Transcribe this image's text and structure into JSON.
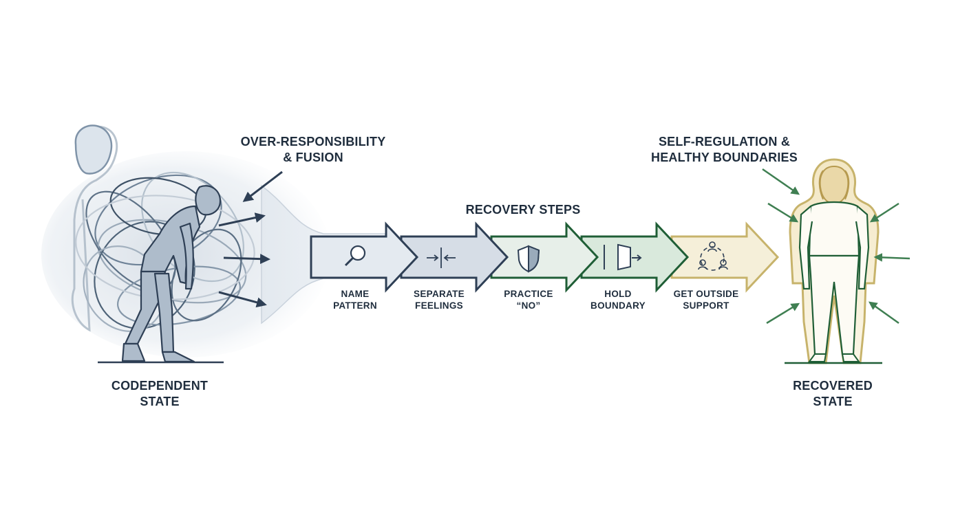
{
  "colors": {
    "navy": "#2e3f55",
    "slate": "#6e8297",
    "grey_blue": "#b9c6d3",
    "green_dark": "#1f5e36",
    "green_mid": "#3f7f52",
    "olive": "#c7b36b"
  },
  "left_state": {
    "title_line1": "CODEPENDENT",
    "title_line2": "STATE"
  },
  "pressure_label": {
    "line1": "OVER-RESPONSIBILITY",
    "line2": "& FUSION"
  },
  "recovery": {
    "heading": "RECOVERY STEPS",
    "steps": [
      {
        "icon": "magnifier-icon",
        "line1": "NAME",
        "line2": "PATTERN",
        "fill": "#e4eaf0",
        "stroke": "#2e3f55"
      },
      {
        "icon": "separate-arrows-icon",
        "line1": "SEPARATE",
        "line2": "FEELINGS",
        "fill": "#d6dde6",
        "stroke": "#2e3f55"
      },
      {
        "icon": "shield-icon",
        "line1": "PRACTICE",
        "line2": "“NO”",
        "fill": "#e7efe9",
        "stroke": "#1f5e36"
      },
      {
        "icon": "door-boundary-icon",
        "line1": "HOLD",
        "line2": "BOUNDARY",
        "fill": "#d9e9dc",
        "stroke": "#1f5e36"
      },
      {
        "icon": "support-circle-icon",
        "line1": "GET OUTSIDE",
        "line2": "SUPPORT",
        "fill": "#f5efd9",
        "stroke": "#c7b36b"
      }
    ]
  },
  "regulation_label": {
    "line1": "SELF-REGULATION &",
    "line2": "HEALTHY BOUNDARIES"
  },
  "right_state": {
    "title_line1": "RECOVERED",
    "title_line2": "STATE"
  }
}
